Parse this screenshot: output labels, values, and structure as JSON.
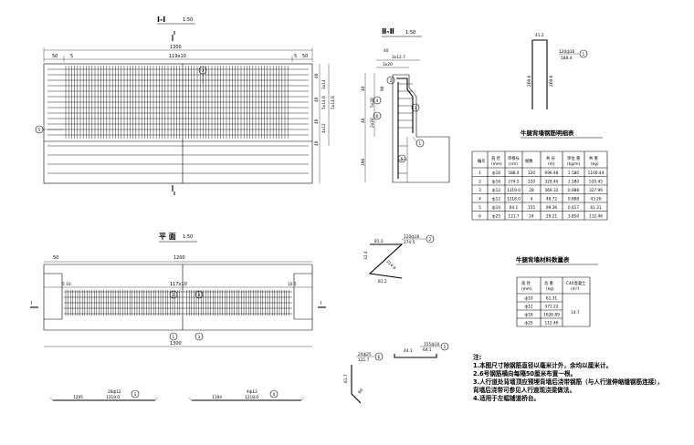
{
  "views": {
    "sec1": {
      "title": "Ⅰ-Ⅰ",
      "scale": "1:50",
      "cut_mark": "Ⅱ",
      "dims": {
        "total": "1300",
        "edge_l": "50",
        "edge_r": "50",
        "mid": "119x10",
        "s5a": "5",
        "s5b": "5"
      },
      "side_dims": [
        "3x14",
        "5x14.6",
        "5x14.6",
        "4x12",
        "40",
        "40",
        "40",
        "40"
      ]
    },
    "sec2": {
      "title": "Ⅱ-Ⅱ",
      "scale": "1:50",
      "dims": {
        "a": "40",
        "b": "3x12.7",
        "c": "3x20",
        "d": "5x20",
        "e": "2x20",
        "f": "196",
        "g": "90",
        "h": "40",
        "i": "40"
      }
    },
    "plan": {
      "title": "平 面",
      "scale": "1:50",
      "cut_mark": "I",
      "dims": {
        "total_top": "1200",
        "edge": "50",
        "mid": "117x10",
        "s10a": "5 10",
        "s10b": "10 5",
        "total_bottom": "1300"
      }
    }
  },
  "bars": {
    "b1": {
      "label": "120ф16",
      "len": "588.4",
      "d1": "41.2",
      "d2": "269.6",
      "d3": "269.6"
    },
    "b2": {
      "label": "120ф16",
      "len": "274.5",
      "d1": "81.2",
      "d2": "32.4",
      "d3": "214.9",
      "d4": "81.2"
    },
    "b3": {
      "label": "28ф12",
      "len": "1319.0",
      "span": "1295"
    },
    "b4": {
      "label": "4ф12",
      "len": "1218.0",
      "span": "1194"
    },
    "b5": {
      "label": "155ф10",
      "len": "64.1",
      "d1": "44.1",
      "d2": "64.1"
    },
    "b6": {
      "label": "24ф25",
      "len": "121.7",
      "d1": "61.7",
      "d2": "60"
    }
  },
  "markers": [
    "1",
    "2",
    "3",
    "4",
    "5",
    "6"
  ],
  "rebar_table": {
    "title": "牛腿背墙钢筋明细表",
    "headers": [
      "编号",
      "直 径",
      "单根长",
      "根数",
      "共 长",
      "单位 重",
      "共 重"
    ],
    "units": [
      "",
      "(mm)",
      "(cm)",
      "",
      "(m)",
      "(kg/m)",
      "(kg)"
    ],
    "rows": [
      [
        "1",
        "ф16",
        "588.4",
        "120",
        "696.48",
        "1.580",
        "1100.44"
      ],
      [
        "2",
        "ф16",
        "274.5",
        "120",
        "329.40",
        "1.580",
        "520.45"
      ],
      [
        "3",
        "ф12",
        "1319.0",
        "28",
        "369.32",
        "0.888",
        "327.96"
      ],
      [
        "4",
        "ф12",
        "1218.0",
        "4",
        "48.72",
        "0.888",
        "43.26"
      ],
      [
        "5",
        "ф10",
        "64.1",
        "155",
        "99.36",
        "0.617",
        "61.31"
      ],
      [
        "6",
        "ф25",
        "121.7",
        "24",
        "29.21",
        "3.850",
        "112.46"
      ]
    ]
  },
  "material_table": {
    "title": "牛腿背墙材料数量表",
    "headers": [
      "直 径",
      "总 重",
      "C40混凝土"
    ],
    "units": [
      "(mm)",
      "(kg)",
      "(m³)"
    ],
    "rows": [
      [
        "ф10",
        "61.31"
      ],
      [
        "ф12",
        "371.22"
      ],
      [
        "ф16",
        "1620.89"
      ],
      [
        "ф25",
        "112.46"
      ]
    ],
    "concrete": "14.7"
  },
  "notes": {
    "head": "注:",
    "items": [
      "1.本图尺寸除钢筋直径以毫米计外，余均以厘米计。",
      "2.6号钢筋横向每隔50厘米布置一根。",
      "3.人行道处背墙顶应预埋背墙后浇带钢筋（与人行道伸缩缝钢筋连接），",
      "   背墙后浇带可参见人行道现浇梁做法。",
      "4.适用于左幅铺道桥台。"
    ]
  }
}
